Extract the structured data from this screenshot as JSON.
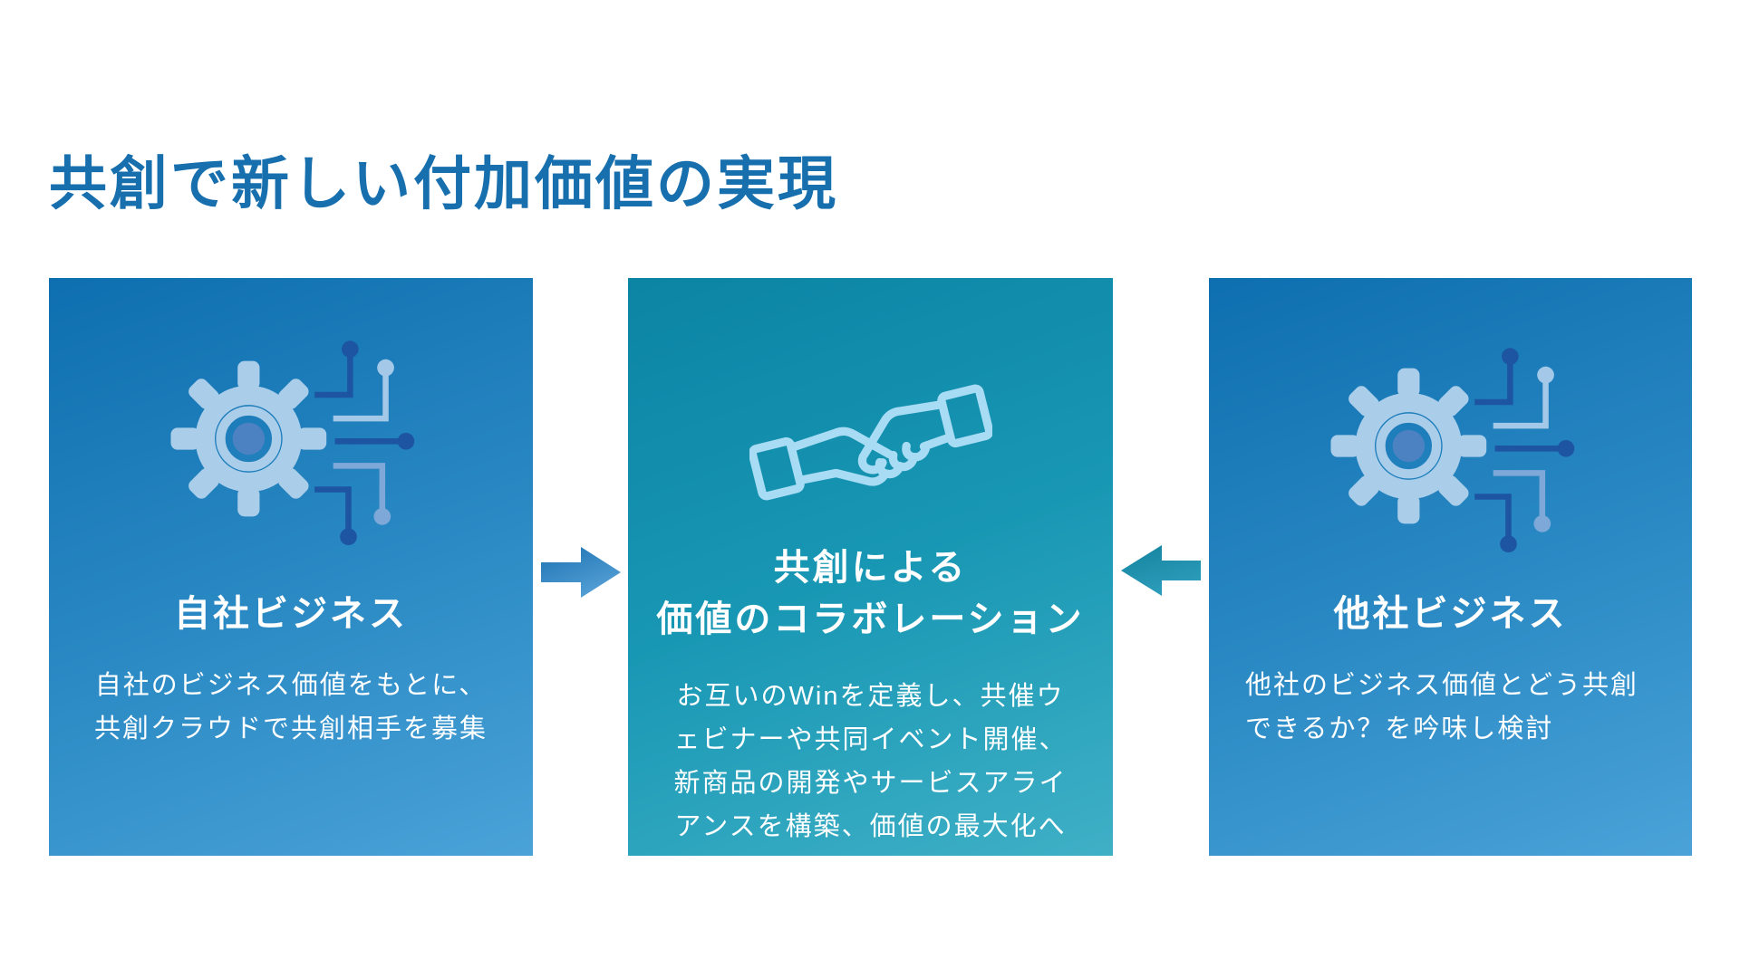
{
  "title": "共創で新しい付加価値の実現",
  "boxes": [
    {
      "id": "own-business",
      "icon": "gear-circuit-icon",
      "heading": [
        "自社ビジネス"
      ],
      "body": [
        "自社のビジネス価値をもとに、",
        "共創クラウドで共創相手を募集"
      ]
    },
    {
      "id": "co-creation-collaboration",
      "icon": "handshake-icon",
      "heading": [
        "共創による",
        "価値のコラボレーション"
      ],
      "body": [
        "お互いのWinを定義し、共催ウ",
        "ェビナーや共同イベント開催、",
        "新商品の開発やサービスアライ",
        "アンスを構築、価値の最大化へ"
      ]
    },
    {
      "id": "other-business",
      "icon": "gear-circuit-icon",
      "heading": [
        "他社ビジネス"
      ],
      "body": [
        "他社のビジネス価値とどう共創",
        "できるか？を吟味し検討"
      ]
    }
  ],
  "arrows": [
    {
      "icon": "arrow-right-icon",
      "direction": "right",
      "color": "#2a84c2"
    },
    {
      "icon": "arrow-left-icon",
      "direction": "left",
      "color": "#1e8fad"
    }
  ],
  "colors": {
    "title_text": "#186fae",
    "card_blue_top": "#0e6fb0",
    "card_blue_bottom": "#4aa2d8",
    "card_teal_top": "#0c84a4",
    "card_teal_bottom": "#3fb0c6",
    "body_text": "#ffffff",
    "icon_pale_blue": "#aacdea",
    "icon_navy": "#1d55a2",
    "icon_medium_blue": "#7da8d8",
    "icon_gear_center": "#4d82c2",
    "handshake_outline": "#a8dcf4"
  }
}
